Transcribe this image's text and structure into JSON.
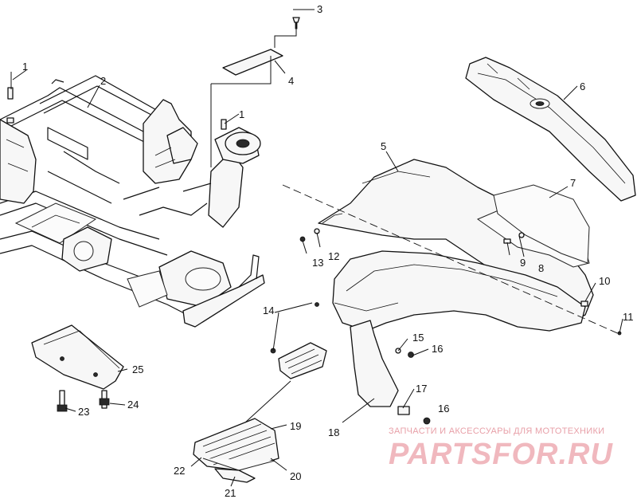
{
  "callouts": [
    "1",
    "2",
    "3",
    "4",
    "5",
    "6",
    "7",
    "8",
    "9",
    "10",
    "11",
    "12",
    "13",
    "14",
    "15",
    "16",
    "17",
    "18",
    "19",
    "20",
    "21",
    "22",
    "23",
    "24",
    "25"
  ],
  "callout_repeat": {
    "1b": "1",
    "16b": "16"
  },
  "watermark": {
    "caption": "ЗАПЧАСТИ И АКСЕССУАРЫ ДЛЯ МОТОТЕХНИКИ",
    "logo": "PARTSFOR.RU"
  }
}
